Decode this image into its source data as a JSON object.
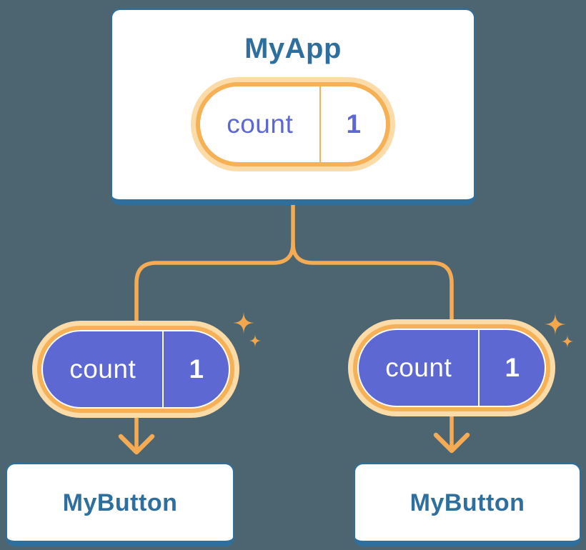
{
  "root_card": {
    "title": "MyApp",
    "state": {
      "label": "count",
      "value": "1"
    }
  },
  "left_child": {
    "title": "MyButton",
    "prop": {
      "label": "count",
      "value": "1"
    }
  },
  "right_child": {
    "title": "MyButton",
    "prop": {
      "label": "count",
      "value": "1"
    }
  },
  "colors": {
    "background": "#4C6571",
    "card_border_blue": "#2E6F9E",
    "title_text_blue": "#2E6F9E",
    "pill_purple": "#5D68D2",
    "pill_ring_amber": "#F6B055",
    "pill_halo_light": "#FBDBA8",
    "connector_orange": "#F4AB54",
    "sparkle_orange": "#F3A64C"
  }
}
